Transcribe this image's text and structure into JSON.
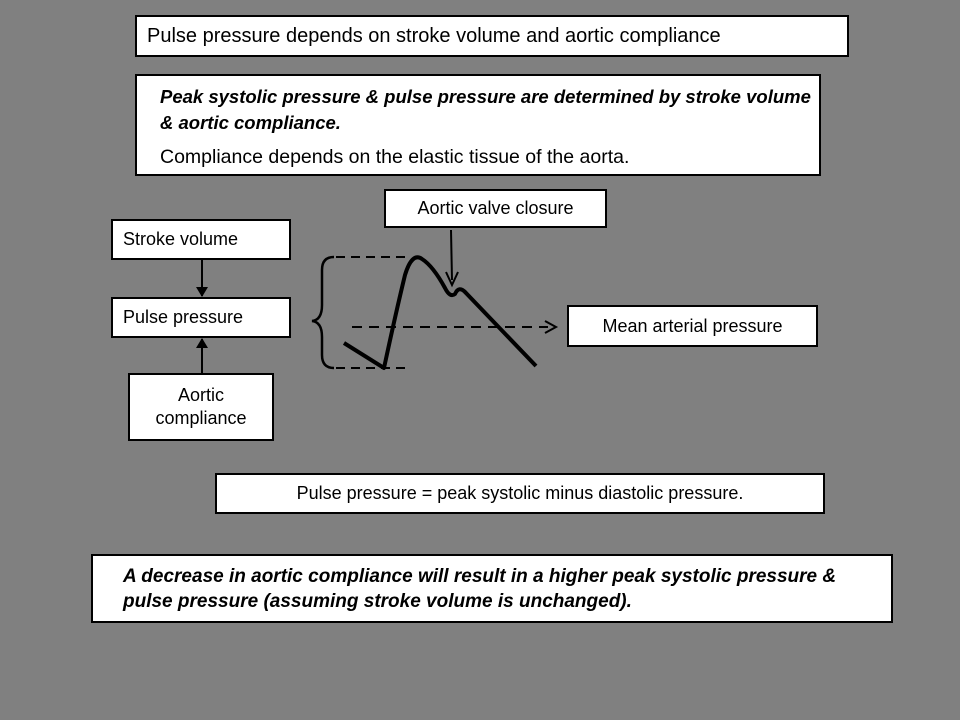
{
  "title": "Pulse pressure depends on stroke volume and aortic compliance",
  "intro": {
    "bold_statement": "Peak systolic pressure & pulse pressure are determined by stroke volume & aortic compliance.",
    "note": "Compliance depends on the elastic tissue of the aorta."
  },
  "diagram": {
    "aortic_valve_closure": "Aortic valve closure",
    "stroke_volume": "Stroke volume",
    "pulse_pressure": "Pulse pressure",
    "aortic_compliance": "Aortic compliance",
    "mean_arterial_pressure": "Mean arterial pressure"
  },
  "formula": "Pulse pressure = peak systolic minus diastolic pressure.",
  "conclusion": "A decrease in aortic compliance will result in a higher peak systolic pressure  & pulse pressure (assuming stroke volume is unchanged).",
  "colors": {
    "background": "#808080",
    "box_fill": "#ffffff",
    "ink": "#000000"
  }
}
